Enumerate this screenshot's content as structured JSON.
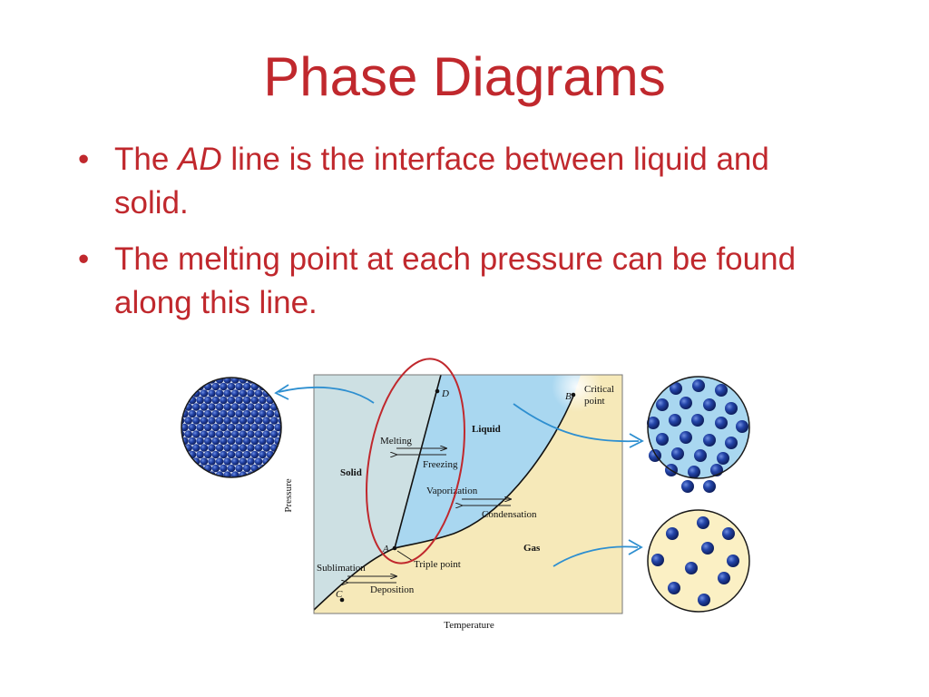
{
  "title": "Phase Diagrams",
  "bullets": [
    {
      "before": "The ",
      "em": "AD",
      "after": " line is the interface between liquid and solid."
    },
    {
      "text": "The melting point at each pressure can be found along this line."
    }
  ],
  "diagram": {
    "axis_y": "Pressure",
    "axis_x": "Temperature",
    "regions": {
      "solid": "Solid",
      "liquid": "Liquid",
      "gas": "Gas"
    },
    "points": {
      "A": "A",
      "B": "B",
      "C": "C",
      "D": "D"
    },
    "critical_point": [
      "Critical",
      "point"
    ],
    "triple_point": "Triple point",
    "transitions": {
      "melting": "Melting",
      "freezing": "Freezing",
      "vaporization": "Vaporization",
      "condensation": "Condensation",
      "sublimation": "Sublimation",
      "deposition": "Deposition"
    },
    "colors": {
      "solid": "#cde0e3",
      "liquid": "#a9d7f0",
      "gas": "#f6e9b9",
      "accent": "#c0282d",
      "arrow": "#2e8fd0",
      "particle": "#1f3f9c"
    }
  }
}
